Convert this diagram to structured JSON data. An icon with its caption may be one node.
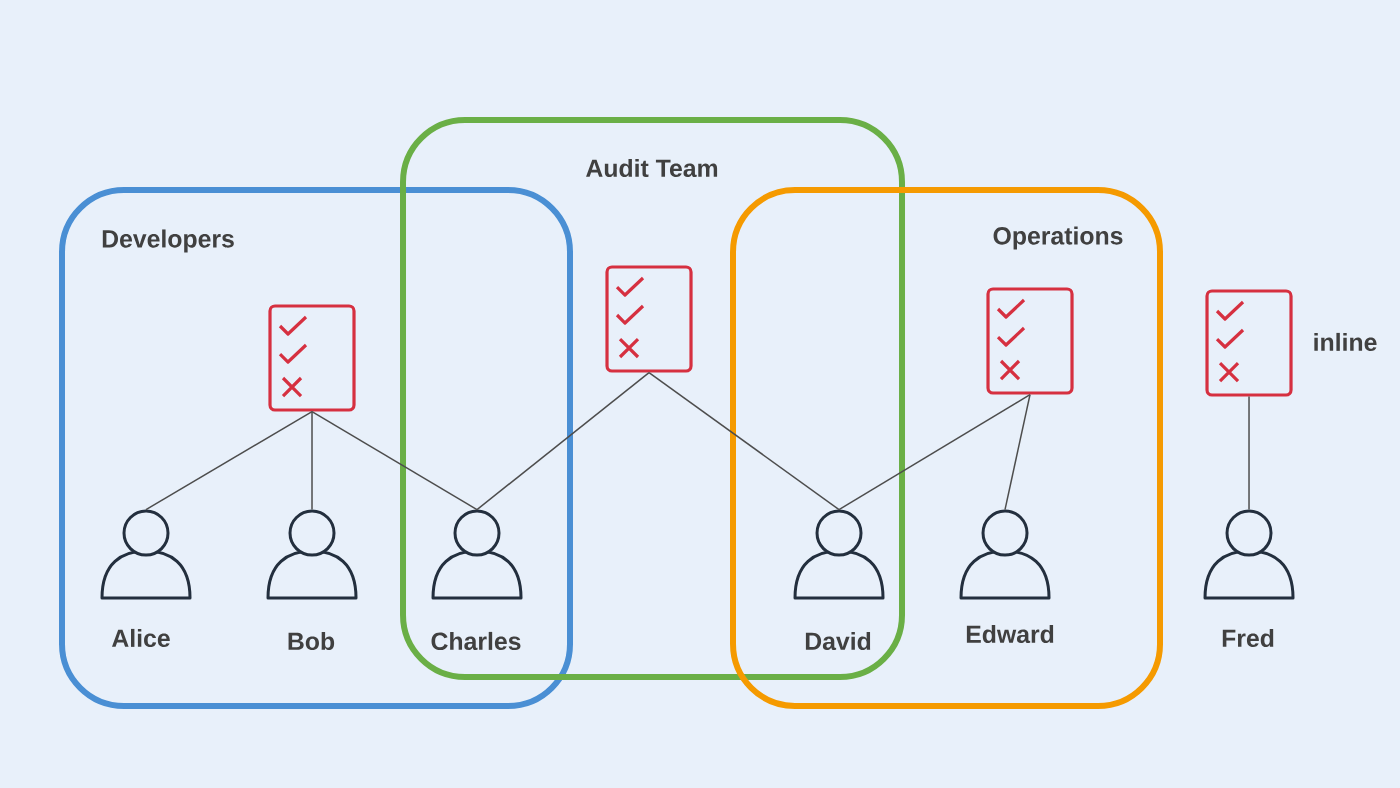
{
  "diagram": {
    "nodes": [
      {
        "text": [
          "Developers"
        ]
      },
      {
        "text": [
          "Audit Team"
        ]
      },
      {
        "text": [
          "Operations"
        ]
      },
      {
        "text": [],
        "shape": "document",
        "in": 0
      },
      {
        "text": [],
        "shape": "document",
        "in": 1
      },
      {
        "text": [],
        "shape": "document",
        "in": 2
      },
      {
        "text": [],
        "shape": "document",
        "beside": [
          "inline"
        ]
      },
      {
        "text": [],
        "shape": "person",
        "beside": [
          "Alice"
        ],
        "in": 0
      },
      {
        "text": [],
        "shape": "person",
        "beside": [
          "Bob"
        ],
        "in": 0
      },
      {
        "text": [],
        "shape": "person",
        "beside": [
          "Charles"
        ]
      },
      {
        "text": [],
        "shape": "person",
        "beside": [
          "David"
        ]
      },
      {
        "text": [],
        "shape": "person",
        "beside": [
          "Edward"
        ],
        "in": 2
      },
      {
        "text": [],
        "shape": "person",
        "beside": [
          "Fred"
        ]
      }
    ],
    "edges": [
      {
        "from": 3,
        "to": 7,
        "arrow": "none"
      },
      {
        "from": 3,
        "to": 8,
        "arrow": "none"
      },
      {
        "from": 3,
        "to": 9,
        "arrow": "none"
      },
      {
        "from": 4,
        "to": 9,
        "arrow": "none"
      },
      {
        "from": 4,
        "to": 10,
        "arrow": "none"
      },
      {
        "from": 5,
        "to": 10,
        "arrow": "none"
      },
      {
        "from": 5,
        "to": 11,
        "arrow": "none"
      },
      {
        "from": 6,
        "to": 12,
        "arrow": "none"
      }
    ]
  }
}
